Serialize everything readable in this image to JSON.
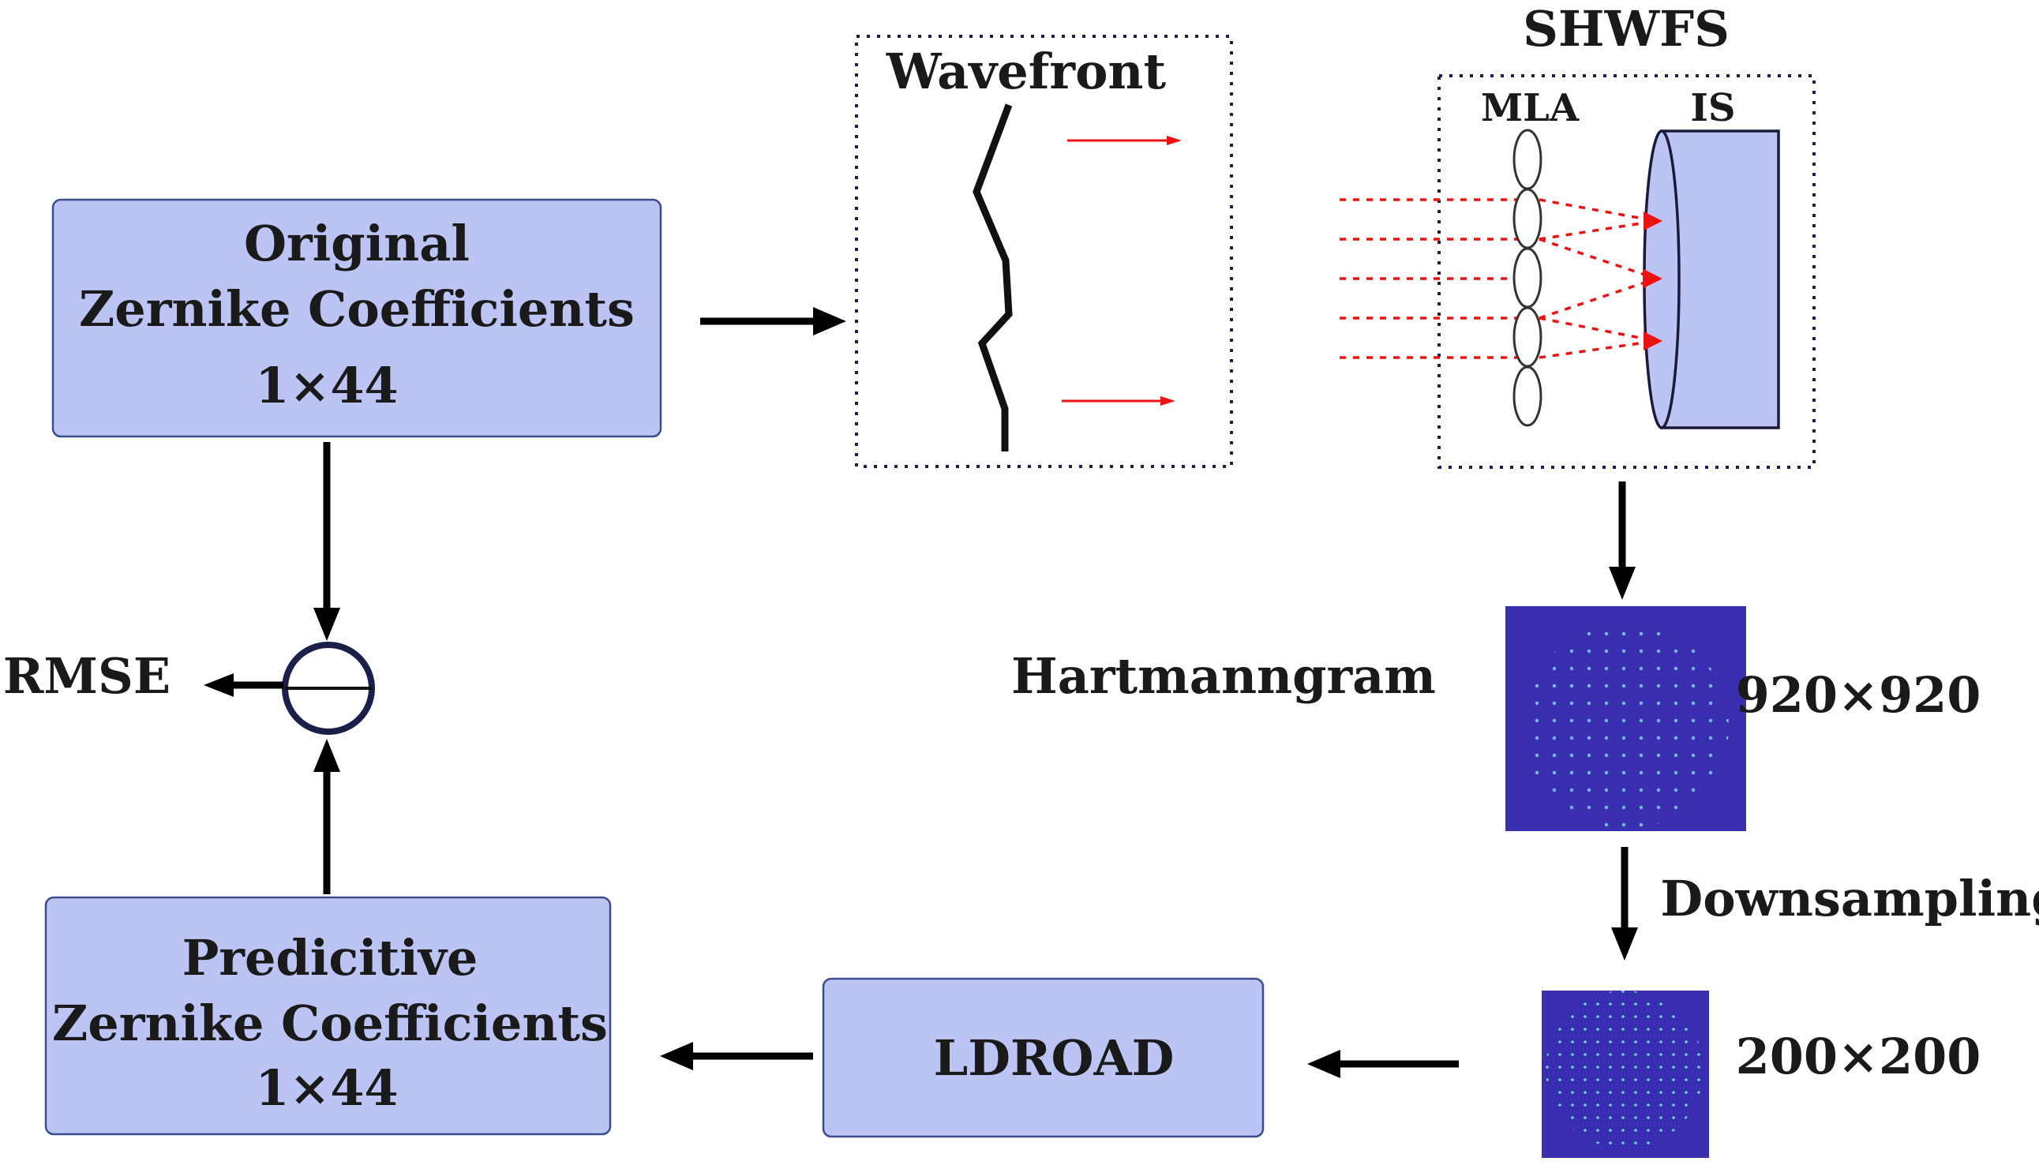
{
  "boxes": {
    "original": {
      "line1": "Original",
      "line2": "Zernike Coefficients",
      "line3": "1×44"
    },
    "predictive": {
      "line1": "Predicitive",
      "line2": "Zernike Coefficients",
      "line3": "1×44"
    },
    "model": {
      "label": "LDROAD"
    }
  },
  "wavefront": {
    "title": "Wavefront"
  },
  "shwfs": {
    "title": "SHWFS",
    "mla_label": "MLA",
    "is_label": "IS"
  },
  "hartmanngram": {
    "label": "Hartmanngram",
    "size_large": "920×920",
    "size_small": "200×200"
  },
  "downsampling": {
    "label": "Downsampling"
  },
  "rmse": {
    "label": "RMSE"
  },
  "colors": {
    "box_fill": "#bcc4f4",
    "box_stroke": "#3b4d8f",
    "hartmanngram_bg": "#3a2fb0",
    "hartmanngram_spot": "#7fd4e8",
    "ray": "#ee1111"
  }
}
